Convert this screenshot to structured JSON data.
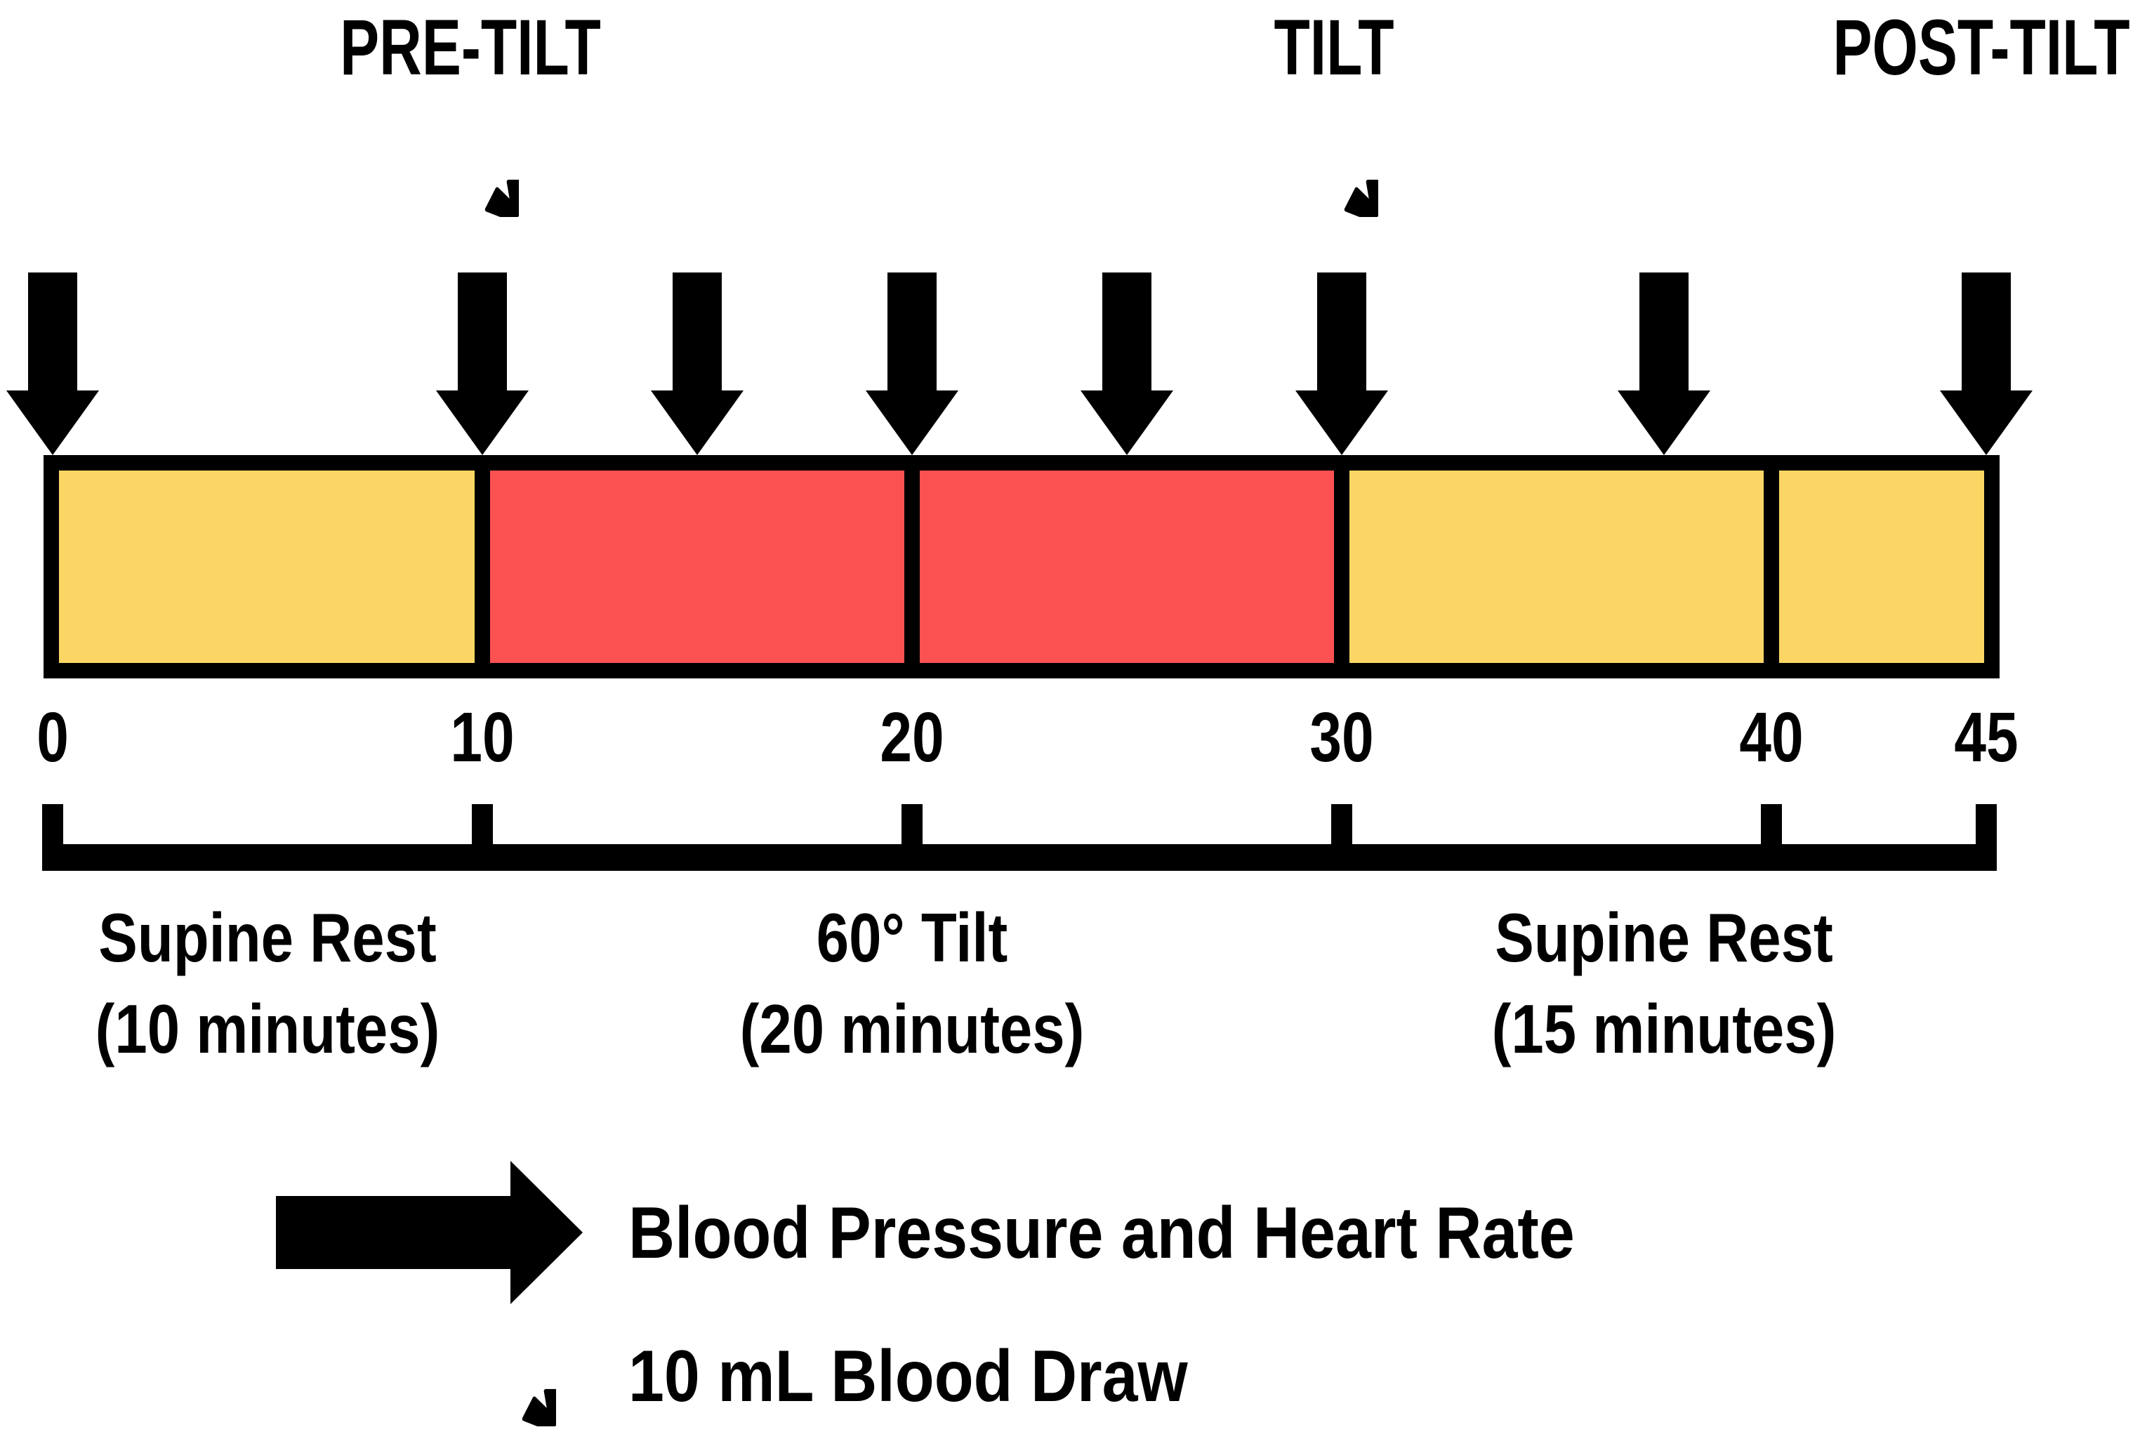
{
  "figure": {
    "unit": "minutes",
    "stage_labels": [
      {
        "text": "PRE-TILT",
        "time": 10
      },
      {
        "text": "TILT",
        "time": 30
      },
      {
        "text": "POST-TILT",
        "time": 45
      }
    ],
    "bp_hr_arrow_times": [
      0,
      10,
      15,
      20,
      25,
      30,
      37.5,
      45
    ],
    "blood_draw_times": [
      10,
      30
    ],
    "timeline": {
      "start": 0,
      "end": 45,
      "tick_labels": [
        "0",
        "10",
        "20",
        "30",
        "40",
        "45"
      ],
      "tick_times": [
        0,
        10,
        20,
        30,
        40,
        45
      ],
      "segments": [
        {
          "start": 0,
          "end": 10,
          "color": "#FCD664"
        },
        {
          "start": 10,
          "end": 20,
          "color": "#FC5151"
        },
        {
          "start": 20,
          "end": 30,
          "color": "#FC5151"
        },
        {
          "start": 30,
          "end": 40,
          "color": "#FCD664"
        },
        {
          "start": 40,
          "end": 45,
          "color": "#FCD664"
        }
      ]
    },
    "phases": [
      {
        "line1": "Supine Rest",
        "line2": "(10 minutes)",
        "start": 0,
        "end": 10
      },
      {
        "line1": "60° Tilt",
        "line2": "(20 minutes)",
        "start": 10,
        "end": 30
      },
      {
        "line1": "Supine Rest",
        "line2": "(15 minutes)",
        "start": 30,
        "end": 45
      }
    ],
    "legend": [
      {
        "symbol": "arrow-right",
        "label": "Blood Pressure and Heart Rate"
      },
      {
        "symbol": "asterisk",
        "label": "10 mL Blood Draw"
      }
    ],
    "colors": {
      "yellow": "#FCD664",
      "red": "#FC5151",
      "black": "#000000"
    }
  }
}
